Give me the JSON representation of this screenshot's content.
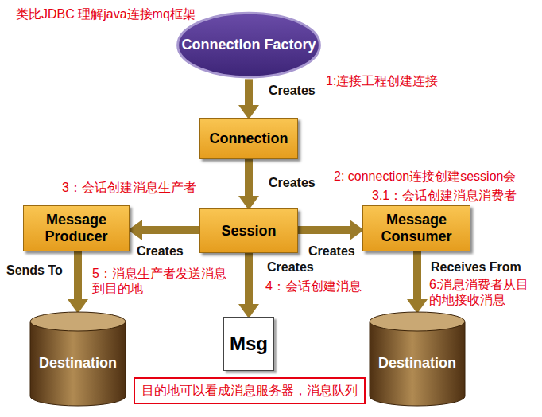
{
  "diagram": {
    "title": "类比JDBC 理解java连接mq框架",
    "nodes": [
      {
        "text": [
          "Connection Factory"
        ]
      },
      {
        "text": [
          "Connection"
        ]
      },
      {
        "text": [
          "Message Producer"
        ]
      },
      {
        "text": [
          "Session"
        ]
      },
      {
        "text": [
          "Message Consumer"
        ]
      },
      {
        "text": [
          "Msg"
        ]
      },
      {
        "text": [
          "Destination"
        ]
      },
      {
        "text": [
          "Destination"
        ]
      },
      {
        "text": [
          "目的地可以看成消息服务器，消息队列"
        ]
      }
    ],
    "edges": [
      {
        "from": 0,
        "to": 1,
        "label": "Creates",
        "arrow": "to"
      },
      {
        "from": 1,
        "to": 3,
        "label": "Creates",
        "arrow": "to"
      },
      {
        "from": 3,
        "to": 2,
        "label": "Creates",
        "arrow": "to"
      },
      {
        "from": 3,
        "to": 4,
        "label": "Creates",
        "arrow": "to"
      },
      {
        "from": 3,
        "to": 5,
        "label": "Creates",
        "arrow": "to"
      },
      {
        "from": 2,
        "to": 6,
        "label": "Sends To",
        "arrow": "to"
      },
      {
        "from": 4,
        "to": 7,
        "label": "Receives From",
        "arrow": "to"
      }
    ],
    "labels": [
      "1:连接工程创建连接",
      "3：会话创建消息生产者",
      "2: connection连接创建session会",
      "3.1：会话创建消息消费者",
      "5：消息生产者发送消息到目的地",
      "4：会话创建消息",
      "6:消息消费者从目的地接收消息"
    ]
  }
}
